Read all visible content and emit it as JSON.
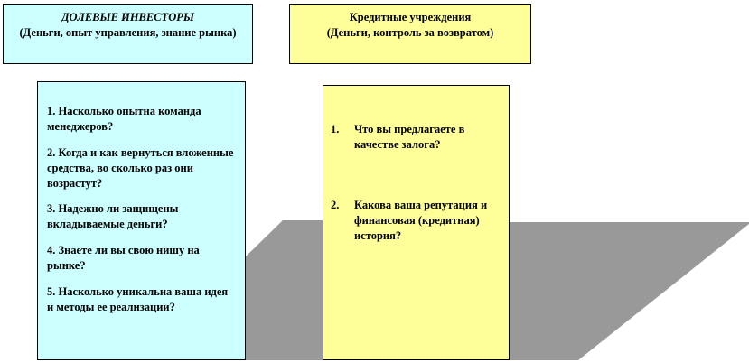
{
  "investors": {
    "title": "ДОЛЕВЫЕ ИНВЕСТОРЫ",
    "subtitle": "(Деньги, опыт управления, знание рынка)",
    "questions": [
      "1. Насколько опытна команда менеджеров?",
      "2. Когда и как вернуться вложенные средства, во сколько раз они возрастут?",
      "3. Надежно ли защищены вкладываемые деньги?",
      "4. Знаете ли вы свою нишу на рынке?",
      "5. Насколько уникальна ваша идея и методы ее реализации?"
    ]
  },
  "creditors": {
    "title": "Кредитные учреждения",
    "subtitle": "(Деньги, контроль за возвратом)",
    "questions": [
      {
        "number": "1.",
        "text": "Что вы предлагаете в качестве залога?"
      },
      {
        "number": "2.",
        "text": "Какова ваша репутация и финансовая (кредитная) история?"
      }
    ]
  },
  "colors": {
    "investors_fill": "#ccffff",
    "creditors_fill": "#ffff99",
    "shadow": "#999999"
  }
}
